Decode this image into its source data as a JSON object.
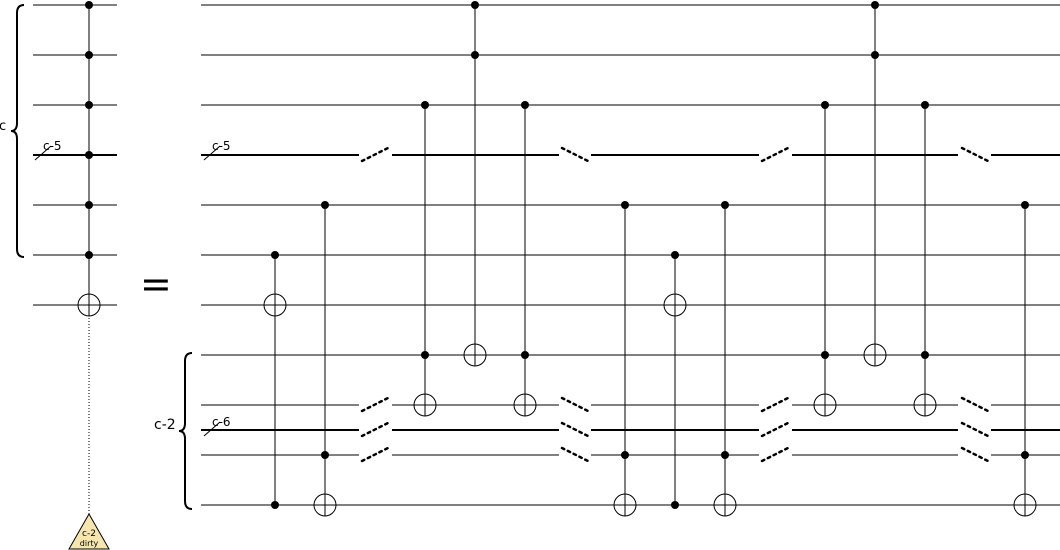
{
  "labels": {
    "c": "c",
    "c_minus_5": "c-5",
    "c_minus_2": "c-2",
    "c_minus_6": "c-6",
    "equals": "=",
    "ancilla_top": "c-2",
    "ancilla_bottom": "dirty"
  },
  "colors": {
    "line": "#000000",
    "ancilla_fill": "#f5e6b0"
  }
}
